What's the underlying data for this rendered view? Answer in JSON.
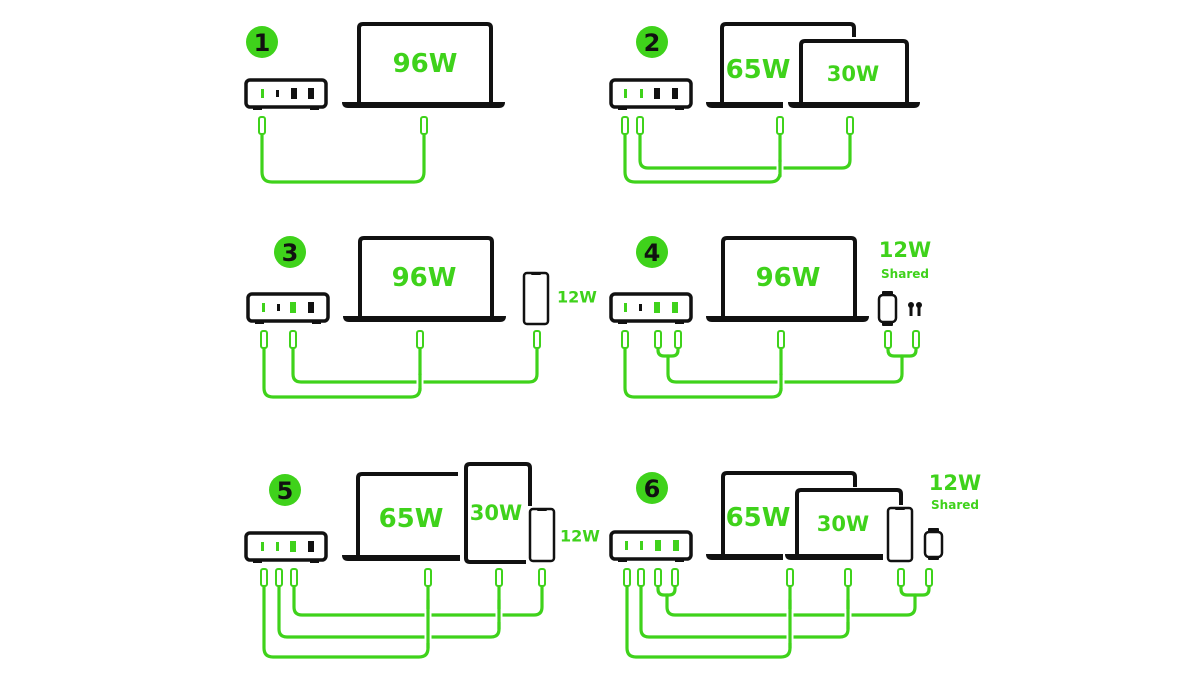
{
  "title": "Charging configurations",
  "colors": {
    "accent": "#3fd21b",
    "outline": "#111111",
    "background": "#ffffff"
  },
  "scenarios": [
    {
      "number": "1",
      "devices": [
        {
          "type": "laptop",
          "label": "96W"
        }
      ]
    },
    {
      "number": "2",
      "devices": [
        {
          "type": "laptop",
          "label": "65W"
        },
        {
          "type": "laptop",
          "label": "30W"
        }
      ]
    },
    {
      "number": "3",
      "devices": [
        {
          "type": "laptop",
          "label": "96W"
        },
        {
          "type": "phone",
          "label": "12W"
        }
      ]
    },
    {
      "number": "4",
      "devices": [
        {
          "type": "laptop",
          "label": "96W"
        },
        {
          "type": "watch",
          "label": ""
        },
        {
          "type": "earbuds",
          "label": ""
        }
      ],
      "shared": {
        "watt": "12W",
        "note": "Shared"
      }
    },
    {
      "number": "5",
      "devices": [
        {
          "type": "laptop",
          "label": "65W"
        },
        {
          "type": "tablet",
          "label": "30W"
        },
        {
          "type": "phone",
          "label": "12W"
        }
      ]
    },
    {
      "number": "6",
      "devices": [
        {
          "type": "laptop",
          "label": "65W"
        },
        {
          "type": "laptop",
          "label": "30W"
        },
        {
          "type": "phone",
          "label": ""
        },
        {
          "type": "watch",
          "label": ""
        }
      ],
      "shared": {
        "watt": "12W",
        "note": "Shared"
      }
    }
  ]
}
